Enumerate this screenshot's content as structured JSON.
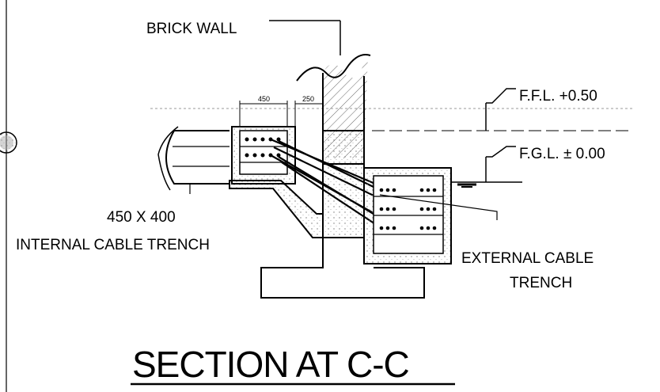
{
  "labels": {
    "brick_wall": "BRICK WALL",
    "ffl": "F.F.L. +0.50",
    "fgl": "F.G.L. ± 0.00",
    "internal_size": "450 X 400",
    "internal_name": "INTERNAL CABLE TRENCH",
    "external_line1": "EXTERNAL CABLE",
    "external_line2": "TRENCH",
    "dim_450": "450",
    "dim_250": "250"
  },
  "title": "SECTION AT C-C",
  "colors": {
    "ink": "#000000",
    "hatch": "#888888",
    "background": "#ffffff"
  }
}
